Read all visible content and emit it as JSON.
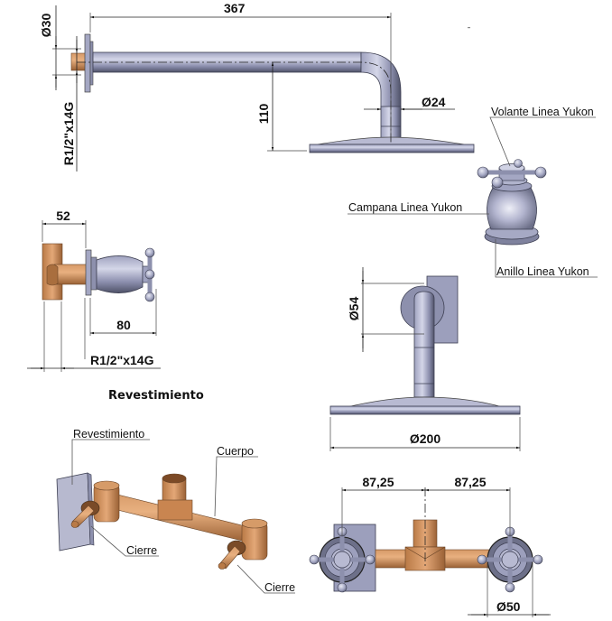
{
  "drawing": {
    "title_label": "Revestimiento",
    "colors": {
      "chrome_light": "#c9cbe0",
      "chrome_mid": "#9c9fbc",
      "chrome_dark": "#5d6077",
      "brass_light": "#e3a777",
      "brass_mid": "#c98550",
      "brass_dark": "#8d5a30",
      "plate": "#b7b9cf",
      "line": "#222222"
    },
    "shower_arm_side": {
      "length": "367",
      "drop": "110",
      "tube_diameter": "Ø24",
      "flange_diameter": "Ø30",
      "thread": "R1/2\"x14G"
    },
    "valve_side": {
      "depth": "52",
      "handle_length": "80",
      "thread": "R1/2\"x14G"
    },
    "handle_callouts": {
      "volante": "Volante Linea Yukon",
      "campana": "Campana Linea Yukon",
      "anillo": "Anillo Linea Yukon"
    },
    "shower_front": {
      "flange_diameter": "Ø54",
      "head_diameter": "Ø200"
    },
    "body_iso": {
      "revestimiento": "Revestimiento",
      "cuerpo": "Cuerpo",
      "cierre_left": "Cierre",
      "cierre_right": "Cierre"
    },
    "mixer_front": {
      "spacing_left": "87,25",
      "spacing_right": "87,25",
      "handle_diameter": "Ø50"
    }
  }
}
